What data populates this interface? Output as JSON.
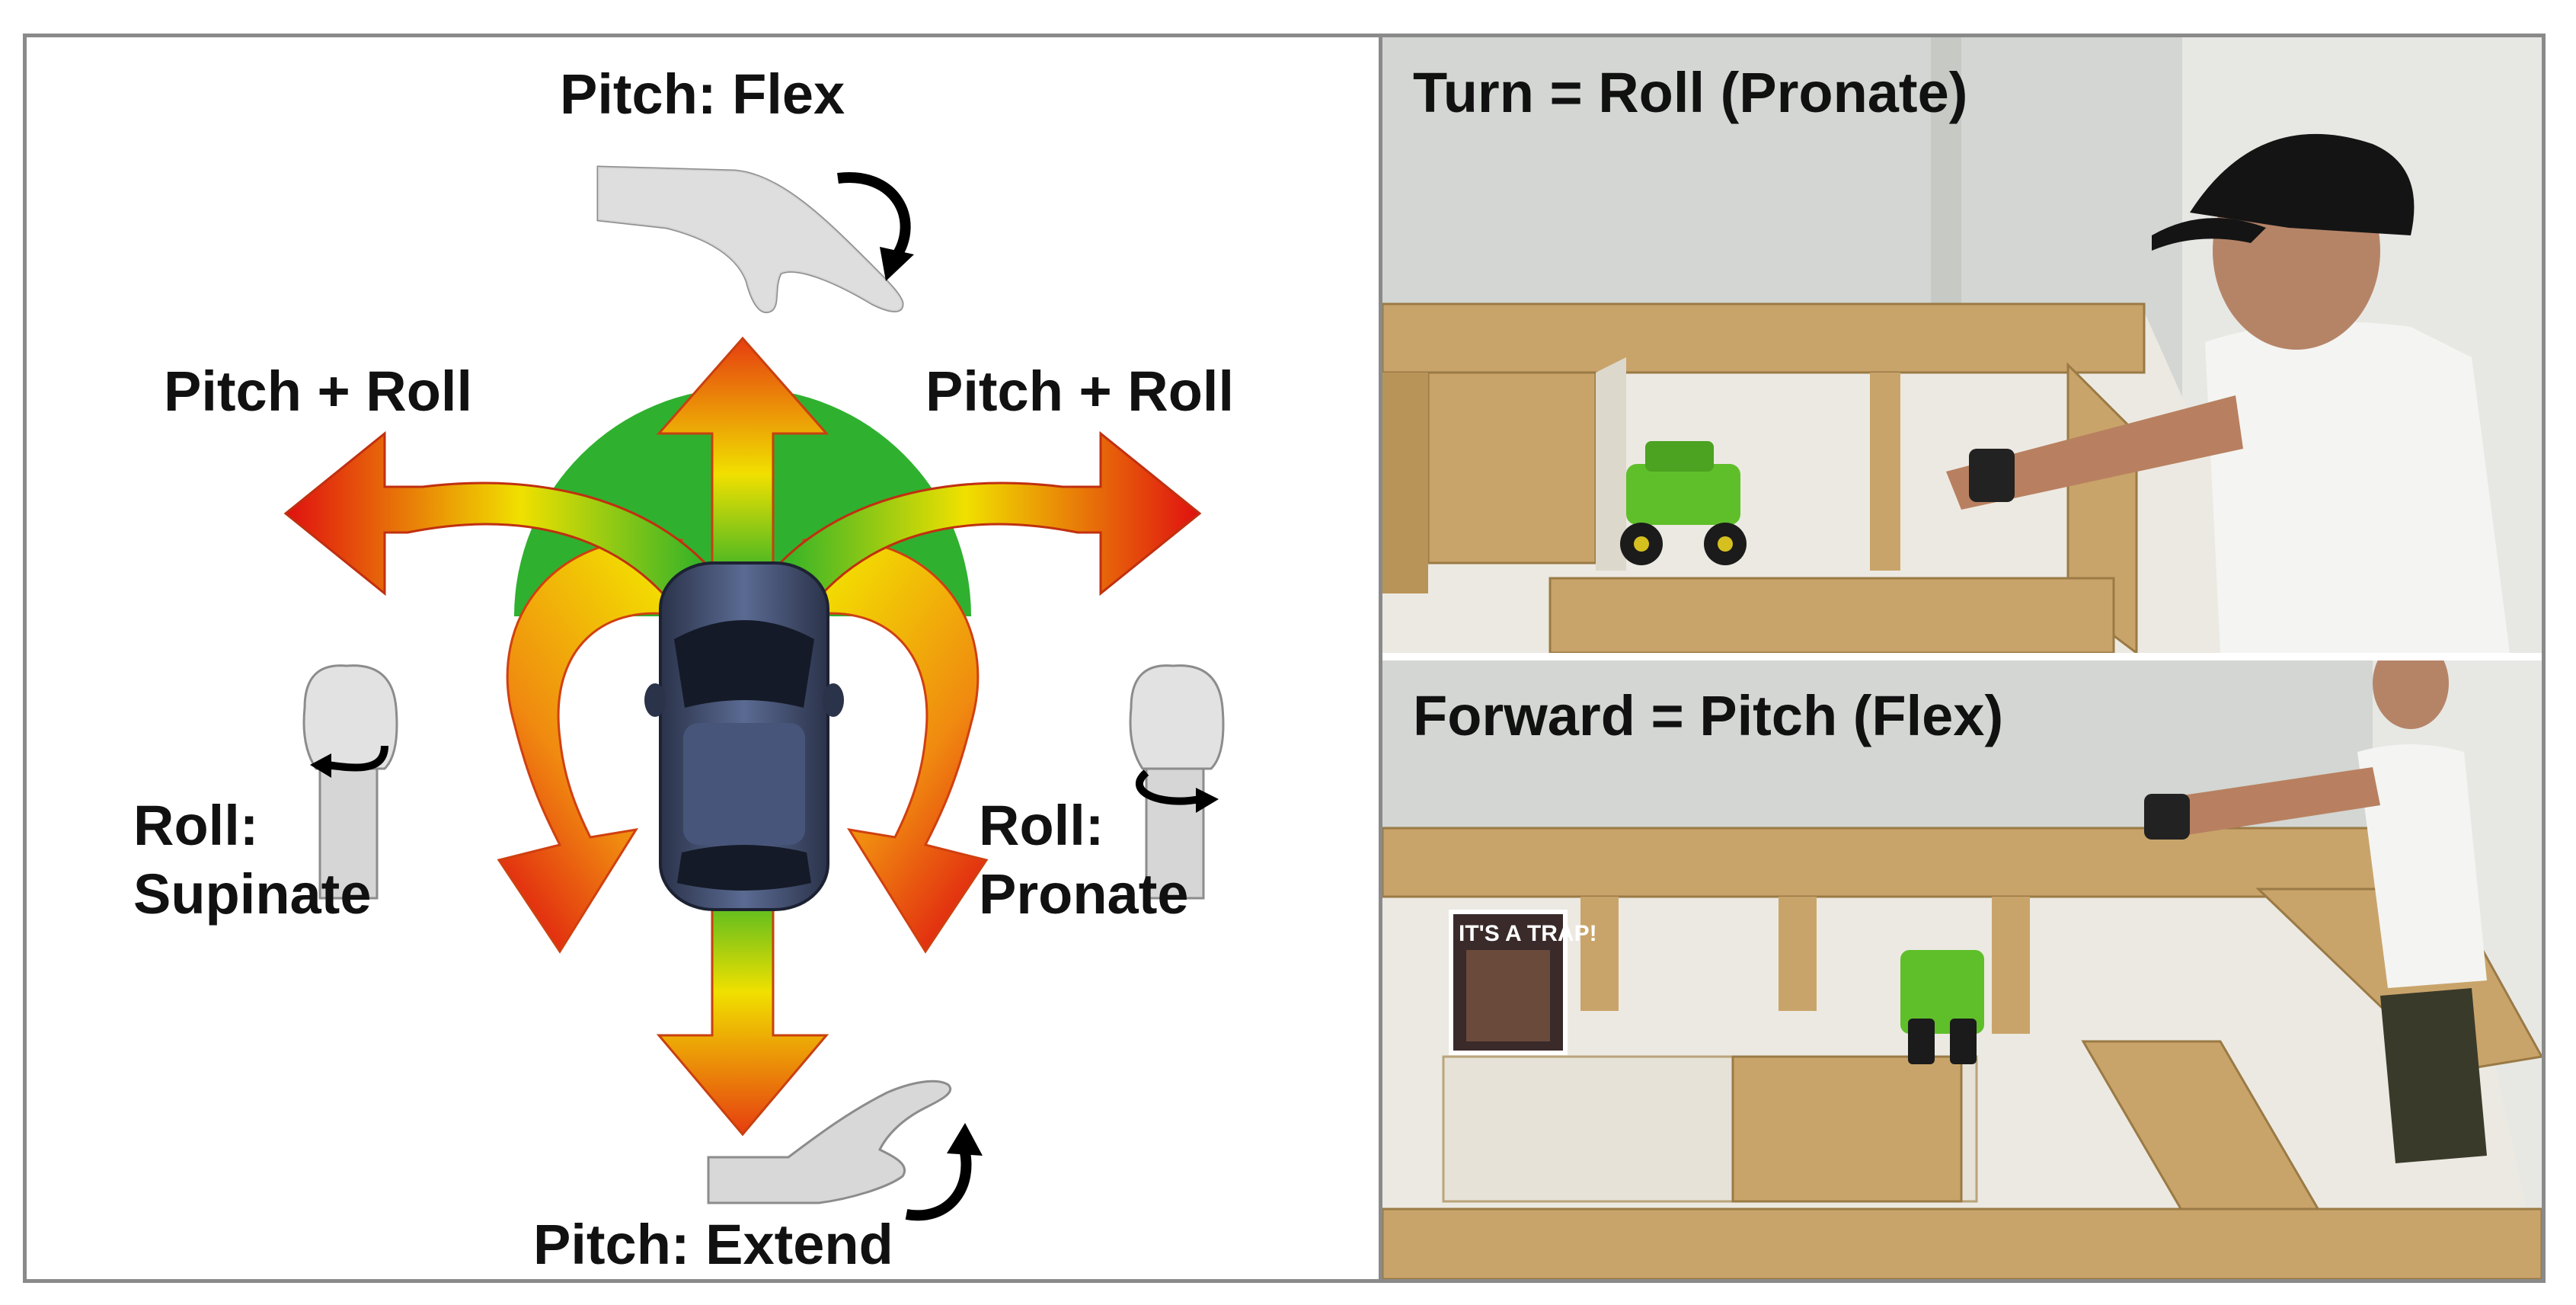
{
  "diagram": {
    "label_pitch_flex": "Pitch: Flex",
    "label_pitch_roll_left": "Pitch + Roll",
    "label_pitch_roll_right": "Pitch + Roll",
    "label_roll_supinate_1": "Roll:",
    "label_roll_supinate_2": "Supinate",
    "label_roll_pronate_1": "Roll:",
    "label_roll_pronate_2": "Pronate",
    "label_pitch_extend": "Pitch: Extend"
  },
  "photos": {
    "top_caption": "Turn = Roll (Pronate)",
    "bottom_caption": "Forward = Pitch (Flex)",
    "sign_text": "IT'S A TRAP!"
  },
  "colors": {
    "arrow_tip": "#e02010",
    "arrow_mid": "#f0e000",
    "arrow_base": "#2ab02a",
    "car_body": "#3f4a68",
    "frame_border": "#8a8a8a",
    "maze_wood": "#c9a46a"
  }
}
